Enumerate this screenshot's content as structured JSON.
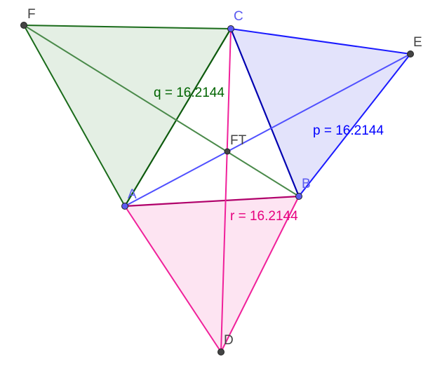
{
  "points": {
    "F": {
      "label": "F",
      "color": "#444444"
    },
    "C": {
      "label": "C",
      "color": "#5b5bf0"
    },
    "E": {
      "label": "E",
      "color": "#444444"
    },
    "A": {
      "label": "A",
      "color": "#5b5bf0"
    },
    "B": {
      "label": "B",
      "color": "#5b5bf0"
    },
    "D": {
      "label": "D",
      "color": "#444444"
    },
    "FT": {
      "label": "FT",
      "color": "#444444"
    }
  },
  "measurements": {
    "q": {
      "text": "q = 16.2144",
      "color": "#006400"
    },
    "p": {
      "text": "p = 16.2144",
      "color": "#0000ff"
    },
    "r": {
      "text": "r = 16.2144",
      "color": "#e6007e"
    }
  },
  "colors": {
    "green_fill": "#e4efe4",
    "blue_fill": "#e3e3fb",
    "pink_fill": "#fde4f2"
  }
}
